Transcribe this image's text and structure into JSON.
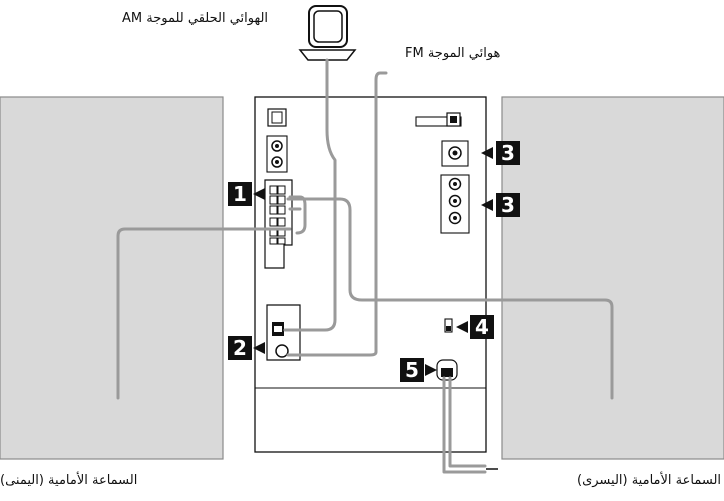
{
  "labels": {
    "am_antenna": "الهوائي الحلقي للموجة AM",
    "fm_antenna": "هوائي الموجة FM",
    "speaker_right": "السماعة الأمامية (اليمنى)",
    "speaker_left": "السماعة الأمامية (اليسرى)"
  },
  "callouts": [
    "1",
    "2",
    "3",
    "3",
    "4",
    "5"
  ]
}
